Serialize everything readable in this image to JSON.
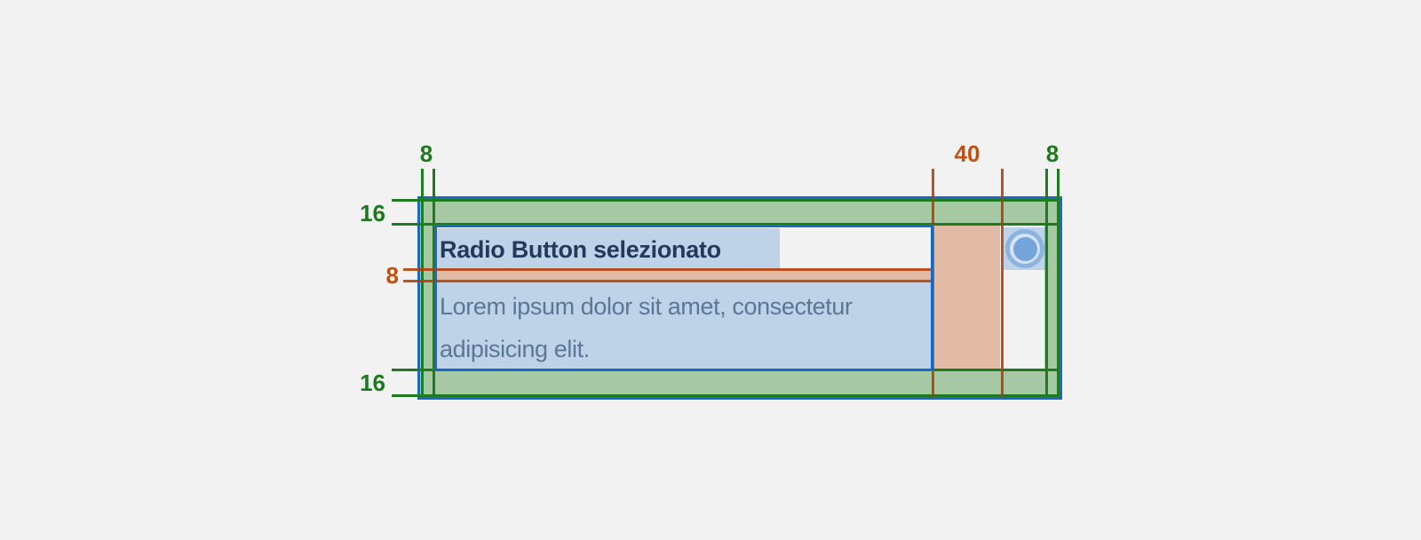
{
  "diagram": {
    "description": "spacing-spec-redline-of-selected-radio-button-component",
    "card": {
      "title": "Radio Button selezionato",
      "body_line1": "Lorem ipsum dolor sit amet, consectetur",
      "body_line2": "adipisicing elit.",
      "radio_state": "selected"
    },
    "labels": {
      "padding_left": "8",
      "padding_top": "16",
      "gap_title_body": "8",
      "padding_bottom": "16",
      "gap_text_icon": "40",
      "padding_right": "8"
    },
    "colors": {
      "padding_green": "#1b7a1b",
      "spacing_orange": "#c2500e",
      "component_border_blue": "#1a6ac5",
      "text_highlight_blue": "#c9dbf1",
      "title_text": "#24395b",
      "body_text": "#5c7697",
      "background": "#f2f2f2"
    }
  }
}
